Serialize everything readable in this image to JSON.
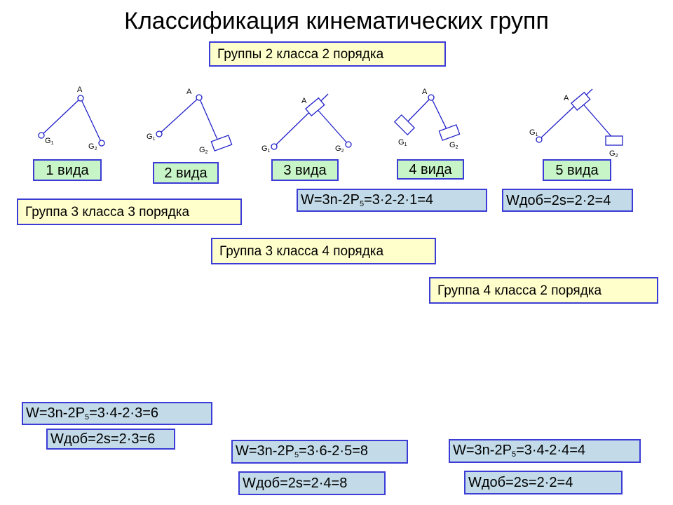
{
  "title": "Классификация кинематических групп",
  "labels": {
    "g2c2": "Группы 2 класса 2 порядка",
    "g3c3": "Группа 3 класса 3 порядка",
    "g3c4": "Группа 3 класса 4 порядка",
    "g4c2": "Группа 4 класса 2 порядка"
  },
  "types": {
    "t1": "1 вида",
    "t2": "2 вида",
    "t3": "3 вида",
    "t4": "4 вида",
    "t5": "5 вида"
  },
  "point_labels": {
    "a": "A",
    "g": "G",
    "sub1": "1",
    "sub2": "2"
  },
  "formulas": {
    "f1": {
      "pre": "W=3n-2P",
      "sub": "5",
      "post": "=3·2-2·1=4"
    },
    "f2": "Wдоб=2s=2·2=4",
    "f3": {
      "pre": "W=3n-2P",
      "sub": "5",
      "post": "=3·4-2·3=6"
    },
    "f4": "Wдоб=2s=2·3=6",
    "f5": {
      "pre": "W=3n-2P",
      "sub": "5",
      "post": "=3·6-2·5=8"
    },
    "f6": "Wдоб=2s=2·4=8",
    "f7": {
      "pre": "W=3n-2P",
      "sub": "5",
      "post": "=3·4-2·4=4"
    },
    "f8": "Wдоб=2s=2·2=4"
  },
  "colors": {
    "border": "#3b3bd6",
    "yellow": "#ffffcc",
    "green": "#c8f5c8",
    "blue": "#c3dbe8",
    "mechanism": "#2020c8"
  }
}
